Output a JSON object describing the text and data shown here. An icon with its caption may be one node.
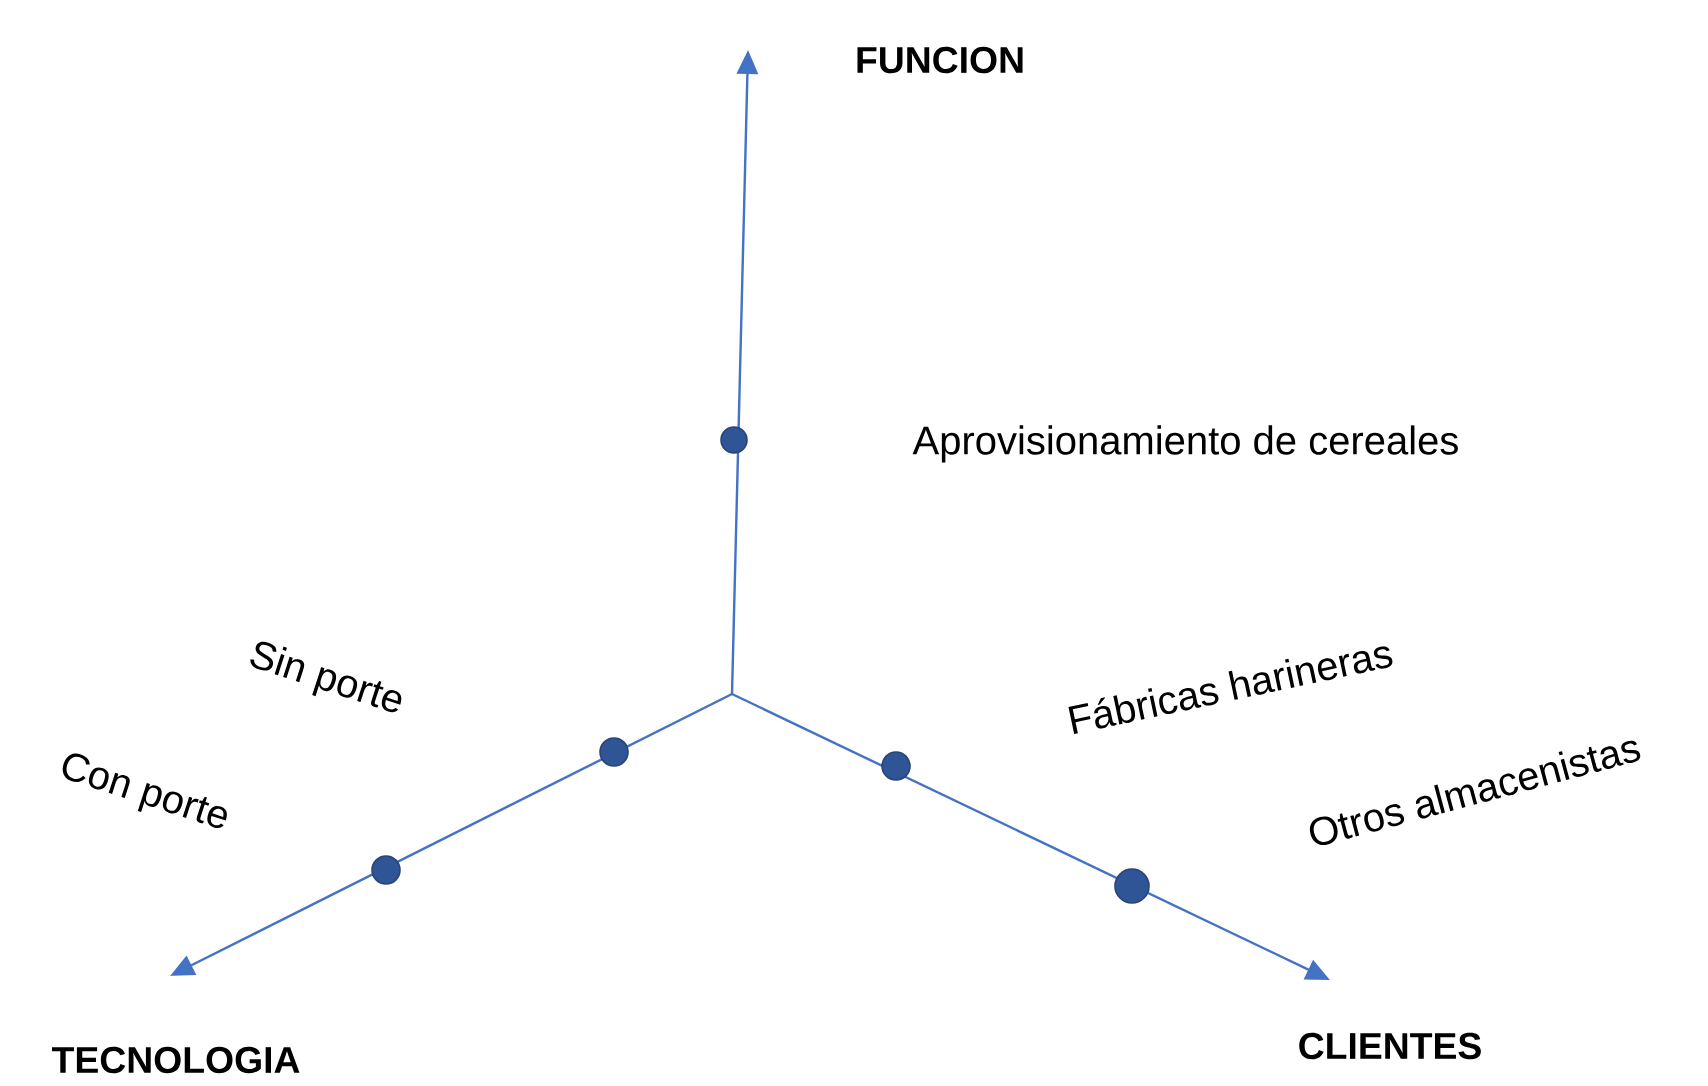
{
  "diagram": {
    "labels": [
      "FUNCION",
      "Aprovisionamiento de cereales",
      "Sin porte",
      "Con porte",
      "Fábricas harineras",
      "Otros almacenistas",
      "TECNOLOGIA",
      "CLIENTES"
    ]
  }
}
